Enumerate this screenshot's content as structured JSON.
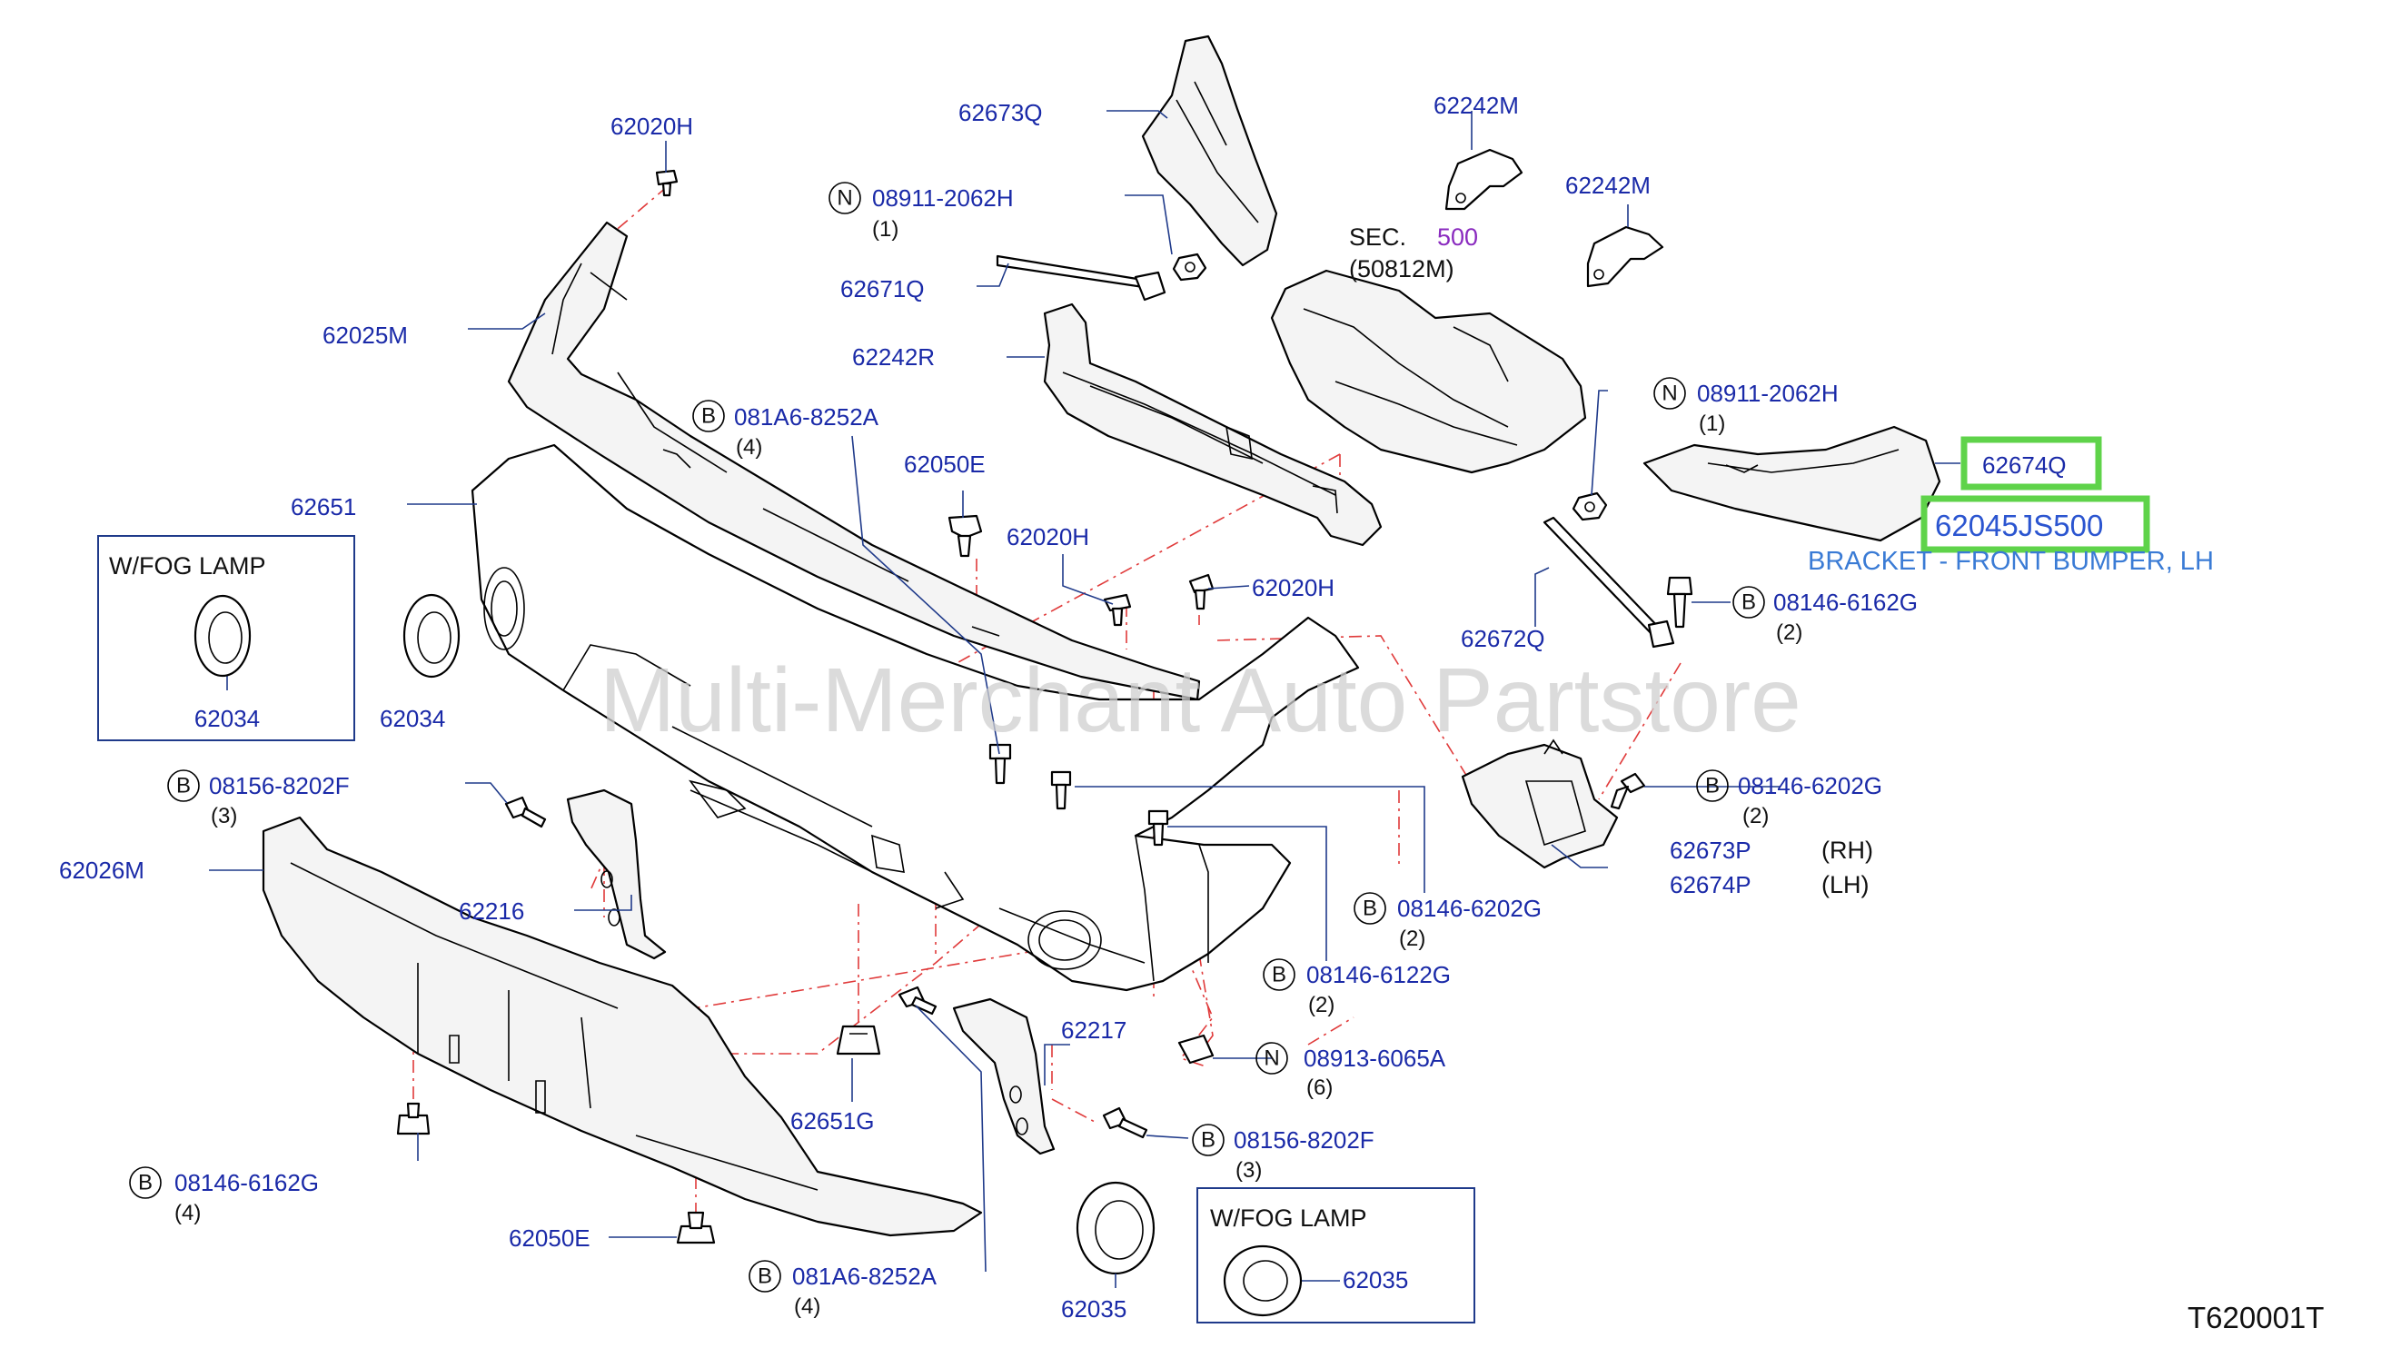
{
  "watermark": "Multi-Merchant Auto Partstore",
  "diagram_code": "T620001T",
  "highlight": {
    "part_number": "62674Q",
    "oem_number": "62045JS500",
    "description": "BRACKET - FRONT BUMPER, LH"
  },
  "section": {
    "prefix": "SEC.",
    "number": "500",
    "ref": "(50812M)"
  },
  "markers": {
    "bolt": "B",
    "nut": "N"
  },
  "fog_boxes": [
    {
      "title": "W/FOG   LAMP",
      "part": "62034"
    },
    {
      "title": "W/FOG   LAMP",
      "part": "62035"
    }
  ],
  "parts": [
    {
      "id": "p1",
      "number": "62020H"
    },
    {
      "id": "p2",
      "number": "62673Q"
    },
    {
      "id": "p3",
      "number": "62242M"
    },
    {
      "id": "p4",
      "number": "62242M"
    },
    {
      "id": "p5",
      "number": "08911-2062H",
      "qty": "(1)"
    },
    {
      "id": "p6",
      "number": "62671Q"
    },
    {
      "id": "p7",
      "number": "62025M"
    },
    {
      "id": "p8",
      "number": "62242R"
    },
    {
      "id": "p9",
      "number": "081A6-8252A",
      "qty": "(4)"
    },
    {
      "id": "p10",
      "number": "08911-2062H",
      "qty": "(1)"
    },
    {
      "id": "p11",
      "number": "62050E"
    },
    {
      "id": "p12",
      "number": "62651"
    },
    {
      "id": "p13",
      "number": "62020H"
    },
    {
      "id": "p14",
      "number": "62020H"
    },
    {
      "id": "p15",
      "number": "08146-6162G",
      "qty": "(2)"
    },
    {
      "id": "p16",
      "number": "62672Q"
    },
    {
      "id": "p17",
      "number": "62034"
    },
    {
      "id": "p18",
      "number": "08156-8202F",
      "qty": "(3)"
    },
    {
      "id": "p19",
      "number": "08146-6202G",
      "qty": "(2)"
    },
    {
      "id": "p20",
      "number": "62026M"
    },
    {
      "id": "p21",
      "number": "62216"
    },
    {
      "id": "p22",
      "number": "62673P",
      "side": "(RH)"
    },
    {
      "id": "p23",
      "number": "62674P",
      "side": "(LH)"
    },
    {
      "id": "p24",
      "number": "08146-6202G",
      "qty": "(2)"
    },
    {
      "id": "p25",
      "number": "08146-6122G",
      "qty": "(2)"
    },
    {
      "id": "p26",
      "number": "62217"
    },
    {
      "id": "p27",
      "number": "08913-6065A",
      "qty": "(6)"
    },
    {
      "id": "p28",
      "number": "62651G"
    },
    {
      "id": "p29",
      "number": "08156-8202F",
      "qty": "(3)"
    },
    {
      "id": "p30",
      "number": "08146-6162G",
      "qty": "(4)"
    },
    {
      "id": "p31",
      "number": "62050E"
    },
    {
      "id": "p32",
      "number": "081A6-8252A",
      "qty": "(4)"
    },
    {
      "id": "p33",
      "number": "62035"
    }
  ]
}
